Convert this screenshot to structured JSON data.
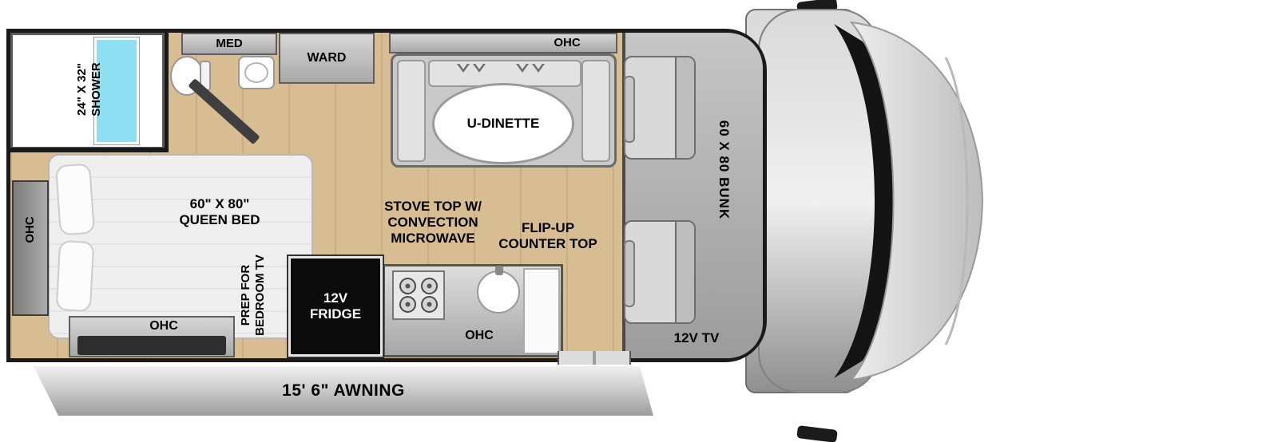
{
  "title": "RV Class C Floorplan",
  "labels": {
    "shower": "24\" X 32\"\nSHOWER",
    "med": "MED",
    "ward": "WARD",
    "dinette_ohc": "OHC",
    "dinette": "U-DINETTE",
    "queen_bed": "60\" X 80\"\nQUEEN BED",
    "side_ohc": "OHC",
    "bottom_ohc": "OHC",
    "prep_tv": "PREP FOR\nBEDROOM TV",
    "fridge": "12V\nFRIDGE",
    "stove": "STOVE TOP W/\nCONVECTION\nMICROWAVE",
    "flip_up": "FLIP-UP\nCOUNTER TOP",
    "kitchen_ohc": "OHC",
    "bunk": "60 X 80 BUNK",
    "tv": "12V TV",
    "awning": "15' 6\" AWNING"
  },
  "colors": {
    "floor": "#d8bd92",
    "wall": "#1a1a1a",
    "shower_pan": "#8edff2",
    "fridge_black": "#0b0b0b"
  }
}
